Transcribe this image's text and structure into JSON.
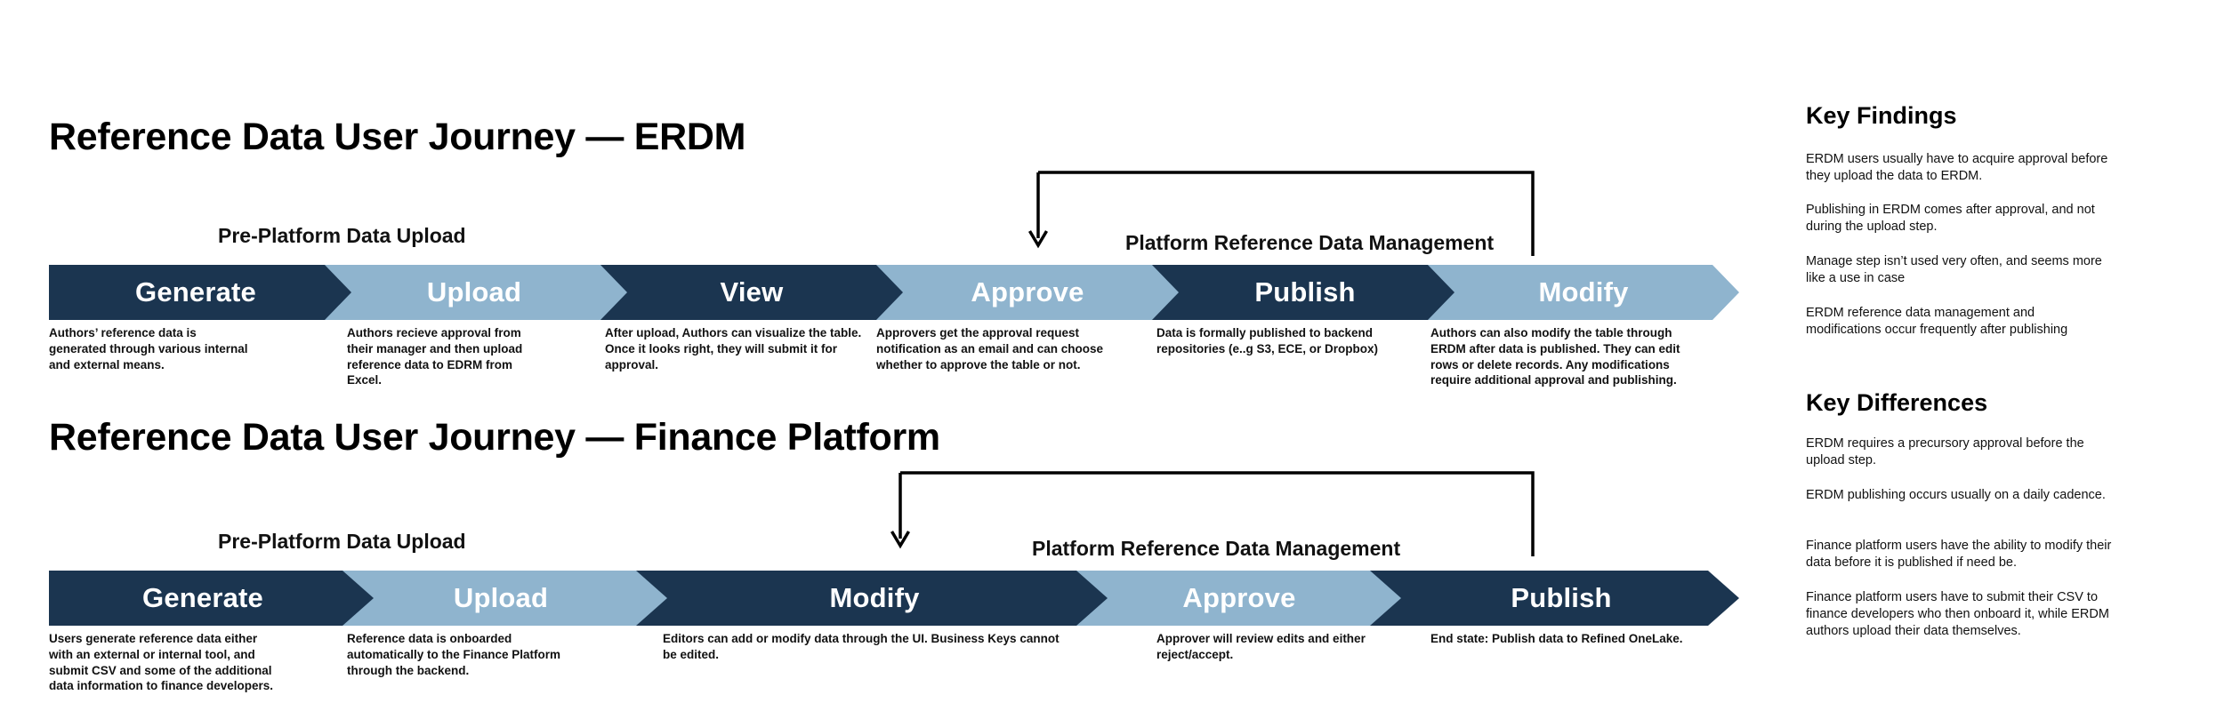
{
  "colors": {
    "dark": "#1b3550",
    "light": "#8fb4ce",
    "text_on_chevron": "#ffffff",
    "page_bg": "#ffffff",
    "bracket_stroke": "#000000"
  },
  "journeys": [
    {
      "title": "Reference Data User Journey — ERDM",
      "phase_pre_label": "Pre-Platform Data Upload",
      "phase_platform_label": "Platform Reference Data Management",
      "steps": [
        {
          "label": "Generate",
          "tone": "dark",
          "caption": "Authors’ reference data is generated through various internal and external means."
        },
        {
          "label": "Upload",
          "tone": "light",
          "caption": "Authors recieve approval from their manager and then upload reference data to EDRM from Excel."
        },
        {
          "label": "View",
          "tone": "dark",
          "caption": "After upload, Authors can visualize the table. Once it looks right, they will submit it for approval."
        },
        {
          "label": "Approve",
          "tone": "light",
          "caption": "Approvers get the approval request notification as an email and can choose whether to approve the table or not."
        },
        {
          "label": "Publish",
          "tone": "dark",
          "caption": "Data is formally published to backend repositories (e..g S3, ECE, or Dropbox)"
        },
        {
          "label": "Modify",
          "tone": "light",
          "caption": "Authors can also modify the table through ERDM after data is published. They can edit rows or delete records. Any modifications require additional approval and publishing."
        }
      ]
    },
    {
      "title": "Reference Data User Journey — Finance Platform",
      "phase_pre_label": "Pre-Platform Data Upload",
      "phase_platform_label": "Platform Reference Data Management",
      "steps": [
        {
          "label": "Generate",
          "tone": "dark",
          "caption": "Users generate reference data either with an external or internal tool, and submit CSV and some of the additional data information to finance developers."
        },
        {
          "label": "Upload",
          "tone": "light",
          "caption": "Reference data is onboarded automatically to the Finance Platform through the backend."
        },
        {
          "label": "Modify",
          "tone": "dark",
          "caption": "Editors can add or modify data through the UI. Business Keys cannot be edited."
        },
        {
          "label": "Approve",
          "tone": "light",
          "caption": "Approver will review edits and either reject/accept."
        },
        {
          "label": "Publish",
          "tone": "dark",
          "caption": "End state: Publish data to Refined OneLake."
        }
      ]
    }
  ],
  "sidebar": {
    "findings_heading": "Key Findings",
    "findings": [
      "ERDM users usually have to acquire approval before they upload the data to ERDM.",
      "Publishing in ERDM comes after approval, and not during the upload step.",
      "Manage step isn’t used very often, and seems more like a use in case",
      "ERDM reference data management and modifications occur frequently after publishing"
    ],
    "differences_heading": "Key Differences",
    "differences": [
      "ERDM requires a precursory approval before the upload step.",
      "ERDM publishing occurs usually on a daily cadence.",
      "Finance platform users have the ability to modify their data before it is published if need be.",
      "Finance platform users have to submit their CSV to finance developers who then onboard it, while ERDM authors upload their data themselves."
    ]
  }
}
